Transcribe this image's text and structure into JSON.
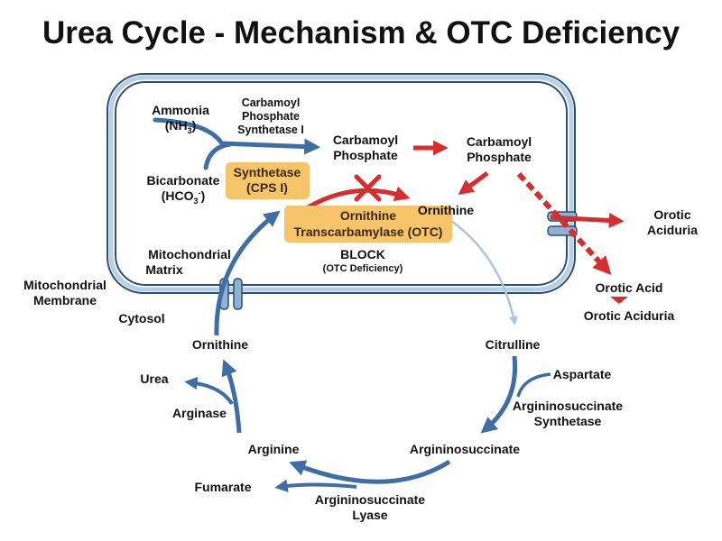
{
  "title": "Urea Cycle - Mechanism & OTC Deficiency",
  "colors": {
    "blue_arrow": "#3f6ea5",
    "red_arrow": "#d62d2d",
    "membrane": "#b9cfe3",
    "enzyme_box": "#f6c56a",
    "ink": "#111111"
  },
  "mitochondrion": {
    "ammonia": "Ammonia",
    "ammonia_formula": "(NH",
    "ammonia_formula_sub": "3",
    "ammonia_formula_end": ")",
    "cps_name_1": "Carbamoyl",
    "cps_name_2": "Phosphate",
    "cps_name_3": "Synthetase I",
    "bicarbonate": "Bicarbonate",
    "bicarb_formula": "(HCO",
    "bicarb_formula_sub": "3",
    "bicarb_formula_sup": "-",
    "bicarb_formula_end": ")",
    "cps_box_1": "Synthetase",
    "cps_box_2": "(CPS I)",
    "carbamoyl_phosphate_1_a": "Carbamoyl",
    "carbamoyl_phosphate_1_b": "Phosphate",
    "carbamoyl_phosphate_2_a": "Carbamoyl",
    "carbamoyl_phosphate_2_b": "Phosphate",
    "ornithine": "Ornithine",
    "otc_box_1": "Ornithine",
    "otc_box_2": "Transcarbamylase (OTC)",
    "block": "BLOCK",
    "block_note": "(OTC Deficiency)",
    "matrix_1": "Mitochondrial",
    "matrix_2": "Matrix"
  },
  "outside": {
    "membrane_1": "Mitochondrial",
    "membrane_2": "Membrane",
    "cytosol": "Cytosol",
    "orotic_aciduria_1_a": "Orotic",
    "orotic_aciduria_1_b": "Aciduria",
    "orotic_acid": "Orotic Acid",
    "orotic_aciduria_2": "Orotic Aciduria"
  },
  "cytosol_cycle": {
    "ornithine": "Ornithine",
    "citrulline": "Citrulline",
    "aspartate": "Aspartate",
    "ass_1": "Argininosuccinate",
    "ass_2": "Synthetase",
    "argininosuccinate": "Argininosuccinate",
    "asl_1": "Argininosuccinate",
    "asl_2": "Lyase",
    "fumarate": "Fumarate",
    "arginine": "Arginine",
    "arginase": "Arginase",
    "urea": "Urea"
  }
}
